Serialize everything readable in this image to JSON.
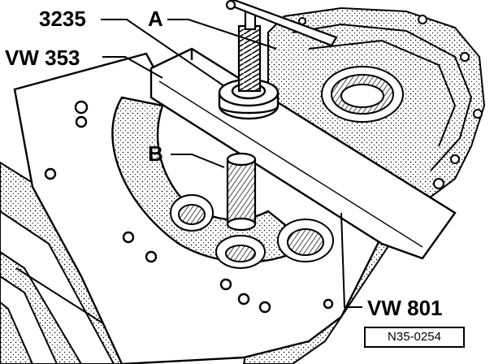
{
  "labels": {
    "part_3235": "3235",
    "part_a": "A",
    "part_vw353": "VW 353",
    "part_b": "B",
    "part_vw801": "VW 801"
  },
  "figure_code": "N35-0254",
  "colors": {
    "line": "#000000",
    "background": "#ffffff"
  }
}
